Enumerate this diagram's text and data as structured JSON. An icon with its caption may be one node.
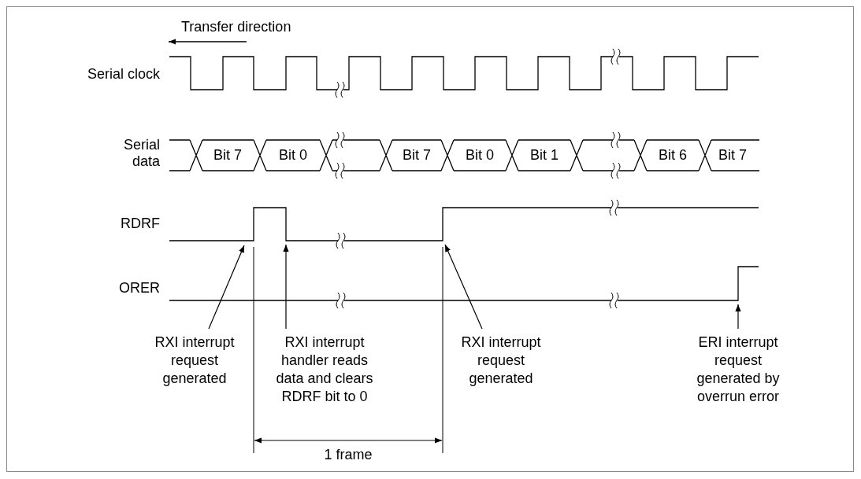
{
  "diagram": {
    "nodes": [
      {
        "text": [
          "RXI interrupt request generated"
        ]
      },
      {
        "text": [
          "RXI interrupt handler reads data and clears RDRF bit to 0"
        ]
      },
      {
        "text": [
          "RXI interrupt request generated"
        ]
      },
      {
        "text": [
          "ERI interrupt request generated by overrun error"
        ]
      }
    ],
    "edges": [
      {
        "from": 0,
        "to": null,
        "arrow": "to"
      },
      {
        "from": 1,
        "to": null,
        "arrow": "to"
      },
      {
        "from": 2,
        "to": null,
        "arrow": "to"
      },
      {
        "from": 3,
        "to": null,
        "arrow": "to"
      }
    ],
    "labels": [
      "Transfer direction",
      "Serial clock",
      "Serial data",
      "RDRF",
      "ORER",
      "Bit 7",
      "Bit 0",
      "Bit 7",
      "Bit 0",
      "Bit 1",
      "Bit 6",
      "Bit 7",
      "1 frame"
    ]
  }
}
